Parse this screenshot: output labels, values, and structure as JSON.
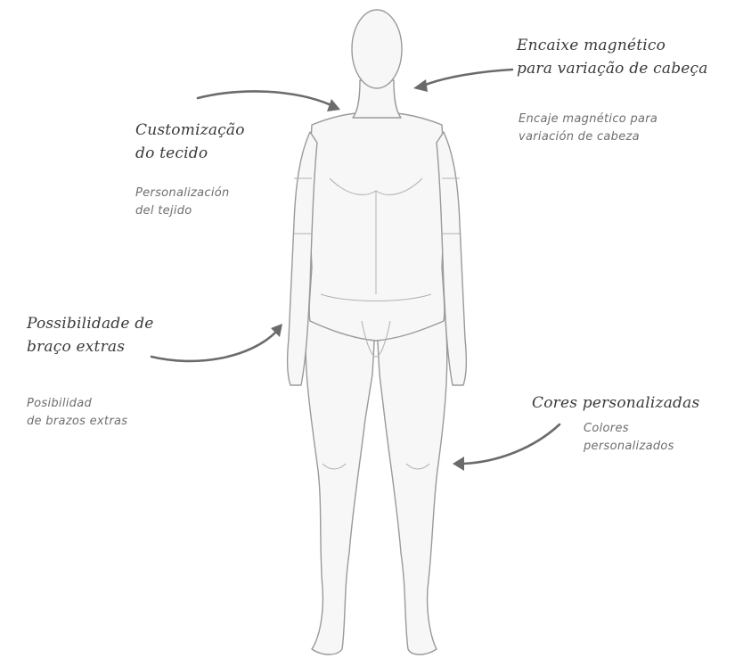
{
  "callouts": [
    {
      "pt": [
        "Encaixe magnético",
        "para variação de cabeça"
      ],
      "es": [
        "Encaje magnético para",
        "variación de cabeza"
      ]
    },
    {
      "pt": [
        "Customização",
        "do tecido"
      ],
      "es": [
        "Personalización",
        "del tejido"
      ]
    },
    {
      "pt": [
        "Possibilidade de",
        "braço extras"
      ],
      "es": [
        "Posibilidad",
        "de brazos extras"
      ]
    },
    {
      "pt": [
        "Cores personalizadas"
      ],
      "es": [
        "Colores",
        "personalizados"
      ]
    }
  ],
  "colors": {
    "ink": "#3a3a3a",
    "translation": "#6e6e6e",
    "arrow": "#6b6b6b",
    "sketch": "#9a9a9a"
  }
}
